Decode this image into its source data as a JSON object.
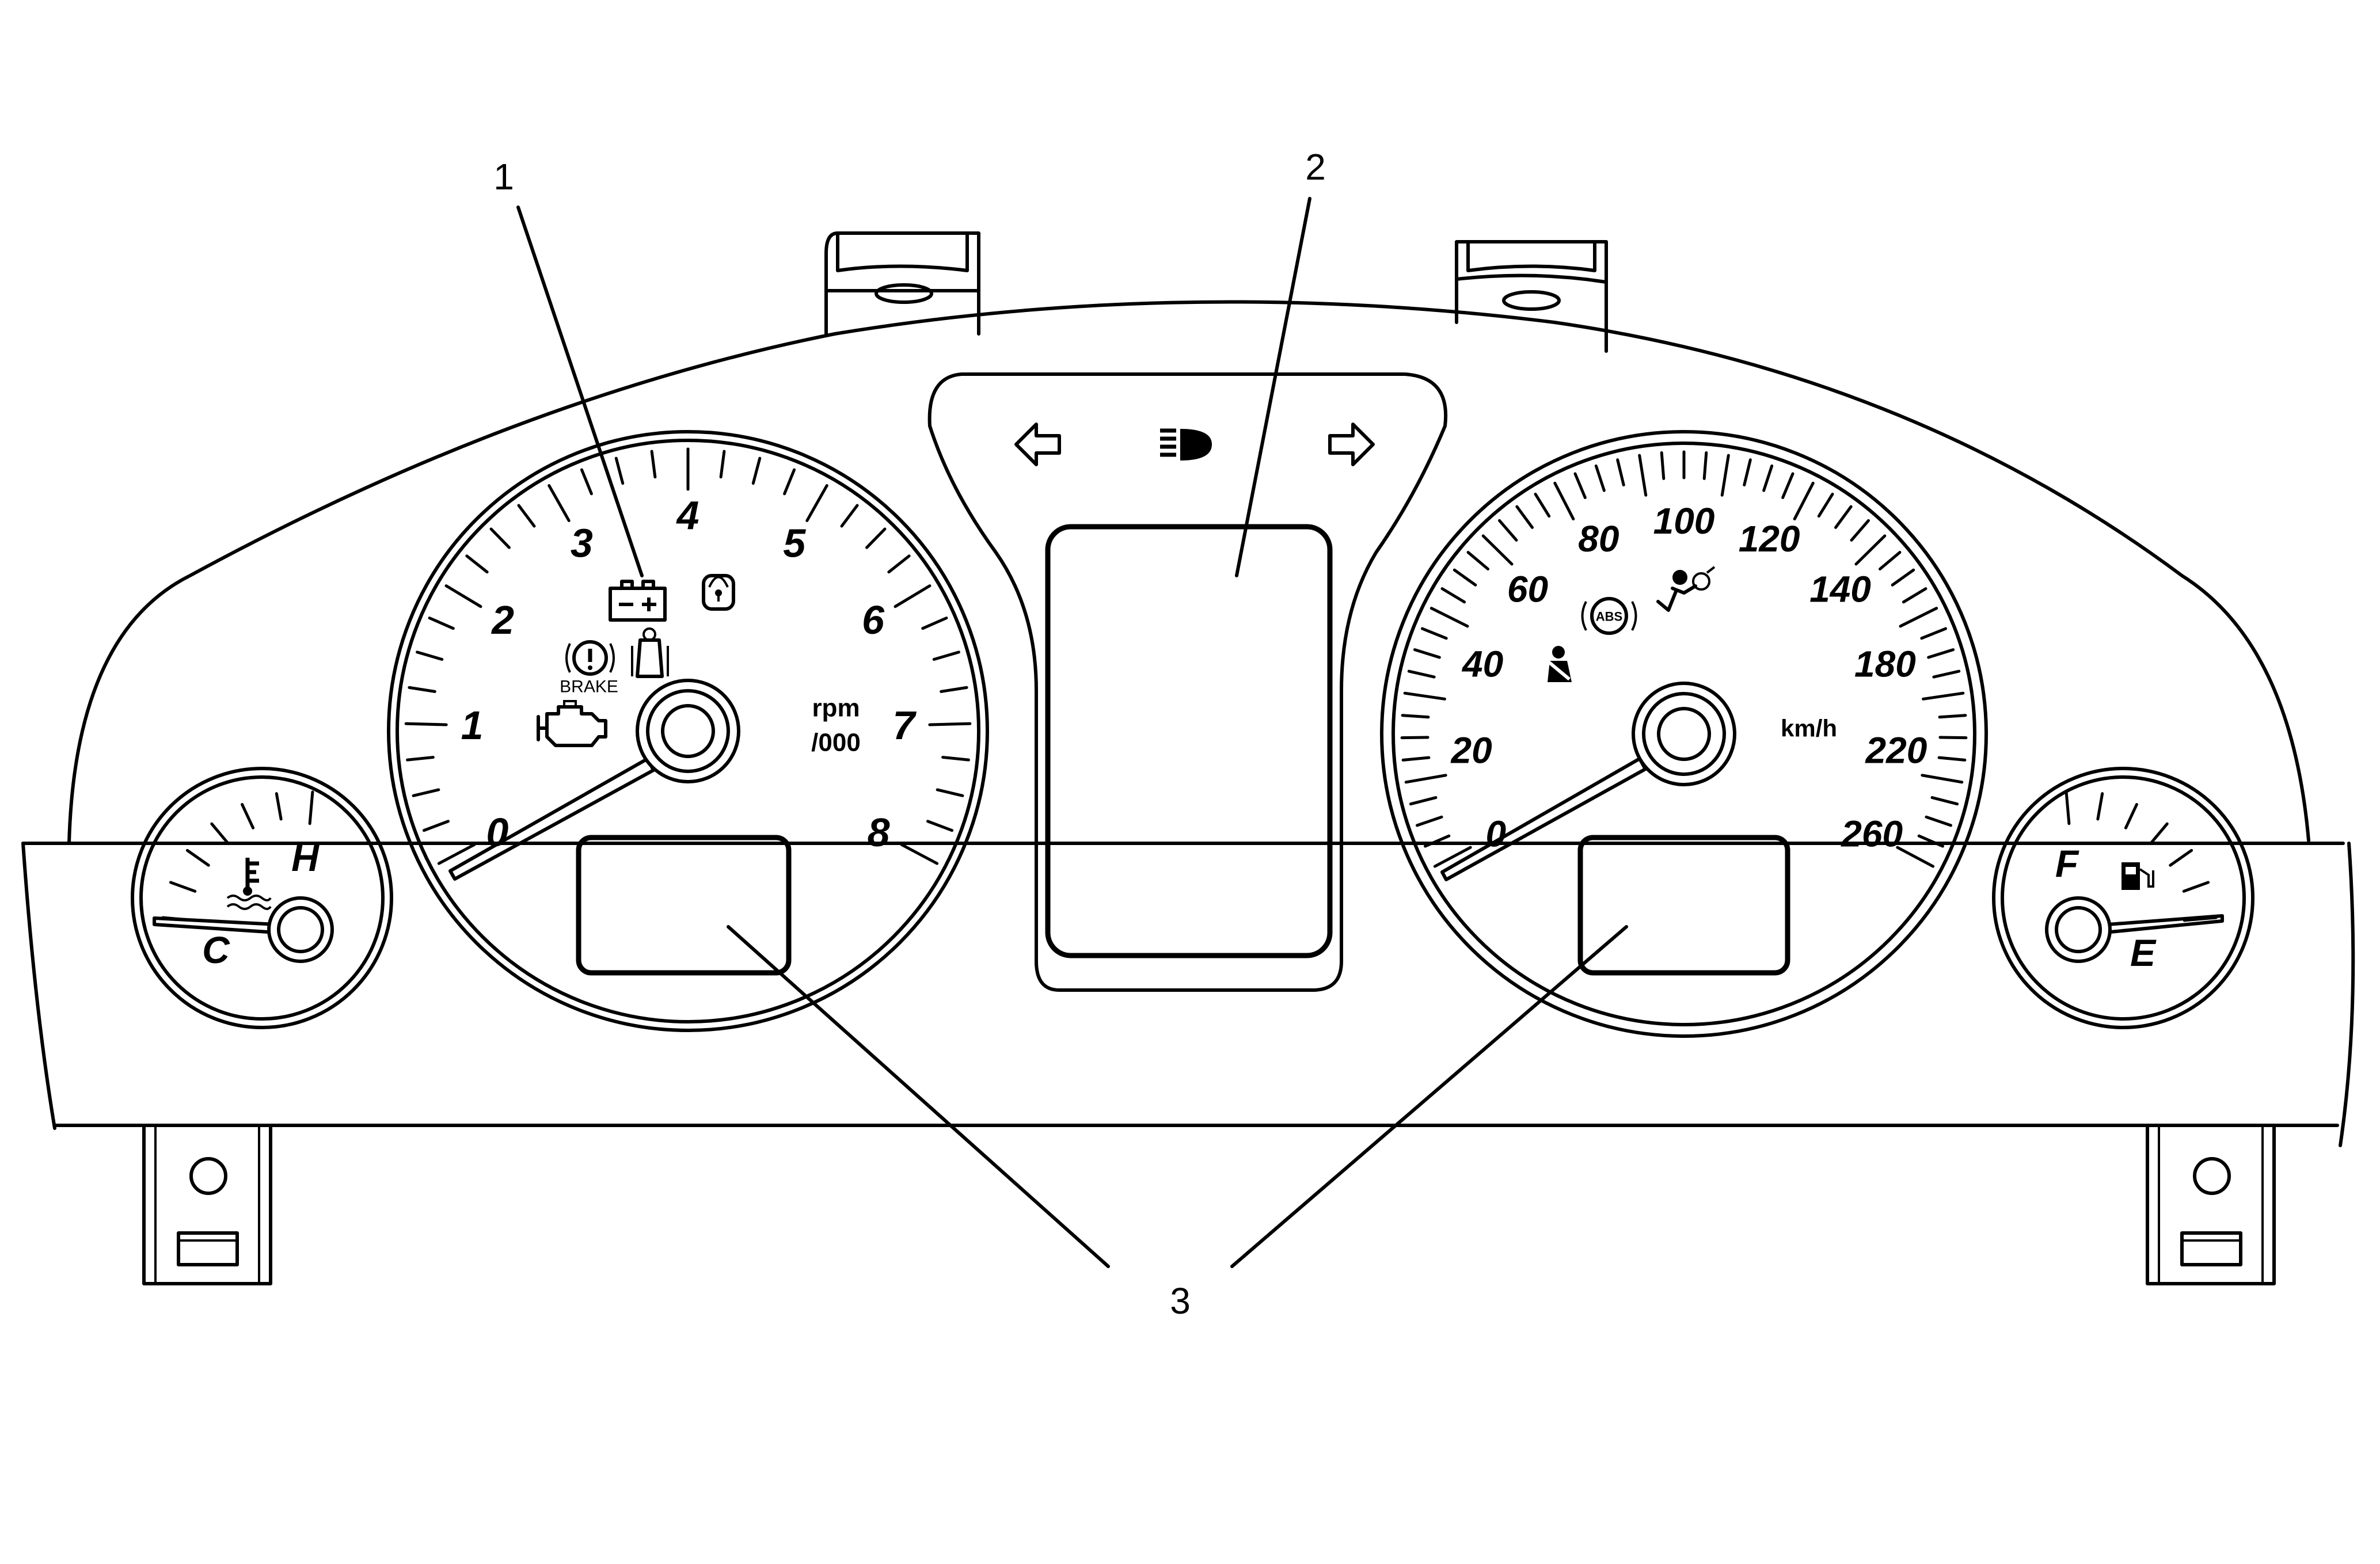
{
  "callouts": {
    "c1": "1",
    "c2": "2",
    "c3": "3"
  },
  "tachometer": {
    "labels": [
      "0",
      "1",
      "2",
      "3",
      "4",
      "5",
      "6",
      "7",
      "8"
    ],
    "unit_line1": "rpm",
    "unit_line2": "/000"
  },
  "speedometer": {
    "labels": [
      "0",
      "20",
      "40",
      "60",
      "80",
      "100",
      "120",
      "140",
      "180",
      "220",
      "260"
    ],
    "unit": "km/h"
  },
  "temp_gauge": {
    "low": "C",
    "high": "H"
  },
  "fuel_gauge": {
    "full": "F",
    "empty": "E"
  },
  "indicators": {
    "brake": "BRAKE",
    "abs": "ABS"
  }
}
